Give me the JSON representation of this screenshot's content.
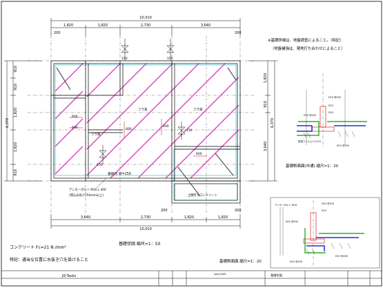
{
  "plan": {
    "overall_dim_top": "10,010",
    "overall_dim_bottom": "10,010",
    "top_dims": [
      "1,820",
      "1,820",
      "2,730",
      "3,640"
    ],
    "bottom_dims": [
      "3,640",
      "2,730",
      "1,820",
      "1,820"
    ],
    "left_overall": "6,370",
    "right_overall": "6,370",
    "left_dims": [
      "910",
      "910",
      "1,820",
      "1,820",
      "910"
    ],
    "right_dims": [
      "1,820",
      "910",
      "3,640"
    ],
    "corner_dims": [
      "200",
      "200",
      "200",
      "200"
    ],
    "vent_labels": [
      "150",
      "150",
      "150",
      "150"
    ],
    "slab_labels": [
      "フラ束",
      "フラ束",
      "フラ束"
    ],
    "small_dims": [
      "600",
      "600",
      "600",
      "600",
      "600"
    ],
    "footing_label": "基礎巾 W=150",
    "anchor_note_1": "アンカーボルト M16 L 400",
    "anchor_note_2": "(埋込み長さ250mm以上)",
    "ground_note": "土間打ちコンクリート",
    "title": "基礎伏図  縮尺=1：50"
  },
  "notes": {
    "concrete": "コンクリート  Fc=21 N /mm²",
    "special": "特記：通当な位置に水抜き穴を設けること",
    "right_top_1": "※基礎詳細は、地盤調査によること。（特記）",
    "right_top_2": "（地盤補強は、現地打ち合わせによること）"
  },
  "details": {
    "detail1_title": "基礎断面図(中通)  縮尺=1：20",
    "detail2_title": "基礎断面図  縮尺=1：20",
    "detail_labels": [
      "D10 @200",
      "D13",
      "D10",
      "D10 @200",
      "防湿フィルム t=0.15",
      "D13 @200",
      "アンカーボルト M16",
      "D10 @200",
      "D13",
      "D10 @200",
      "D13 @200",
      "D10 @200"
    ]
  },
  "titleblock": {
    "company": "JD-Tasks",
    "type_label": "type JXXX",
    "drawing_name": "基礎伏図",
    "cells": [
      "",
      "",
      "",
      "",
      ""
    ]
  },
  "colors": {
    "red": "#cc0000",
    "blue": "#0000cc",
    "magenta": "#e040c0",
    "cyan": "#00c0d0",
    "green": "#009900"
  }
}
